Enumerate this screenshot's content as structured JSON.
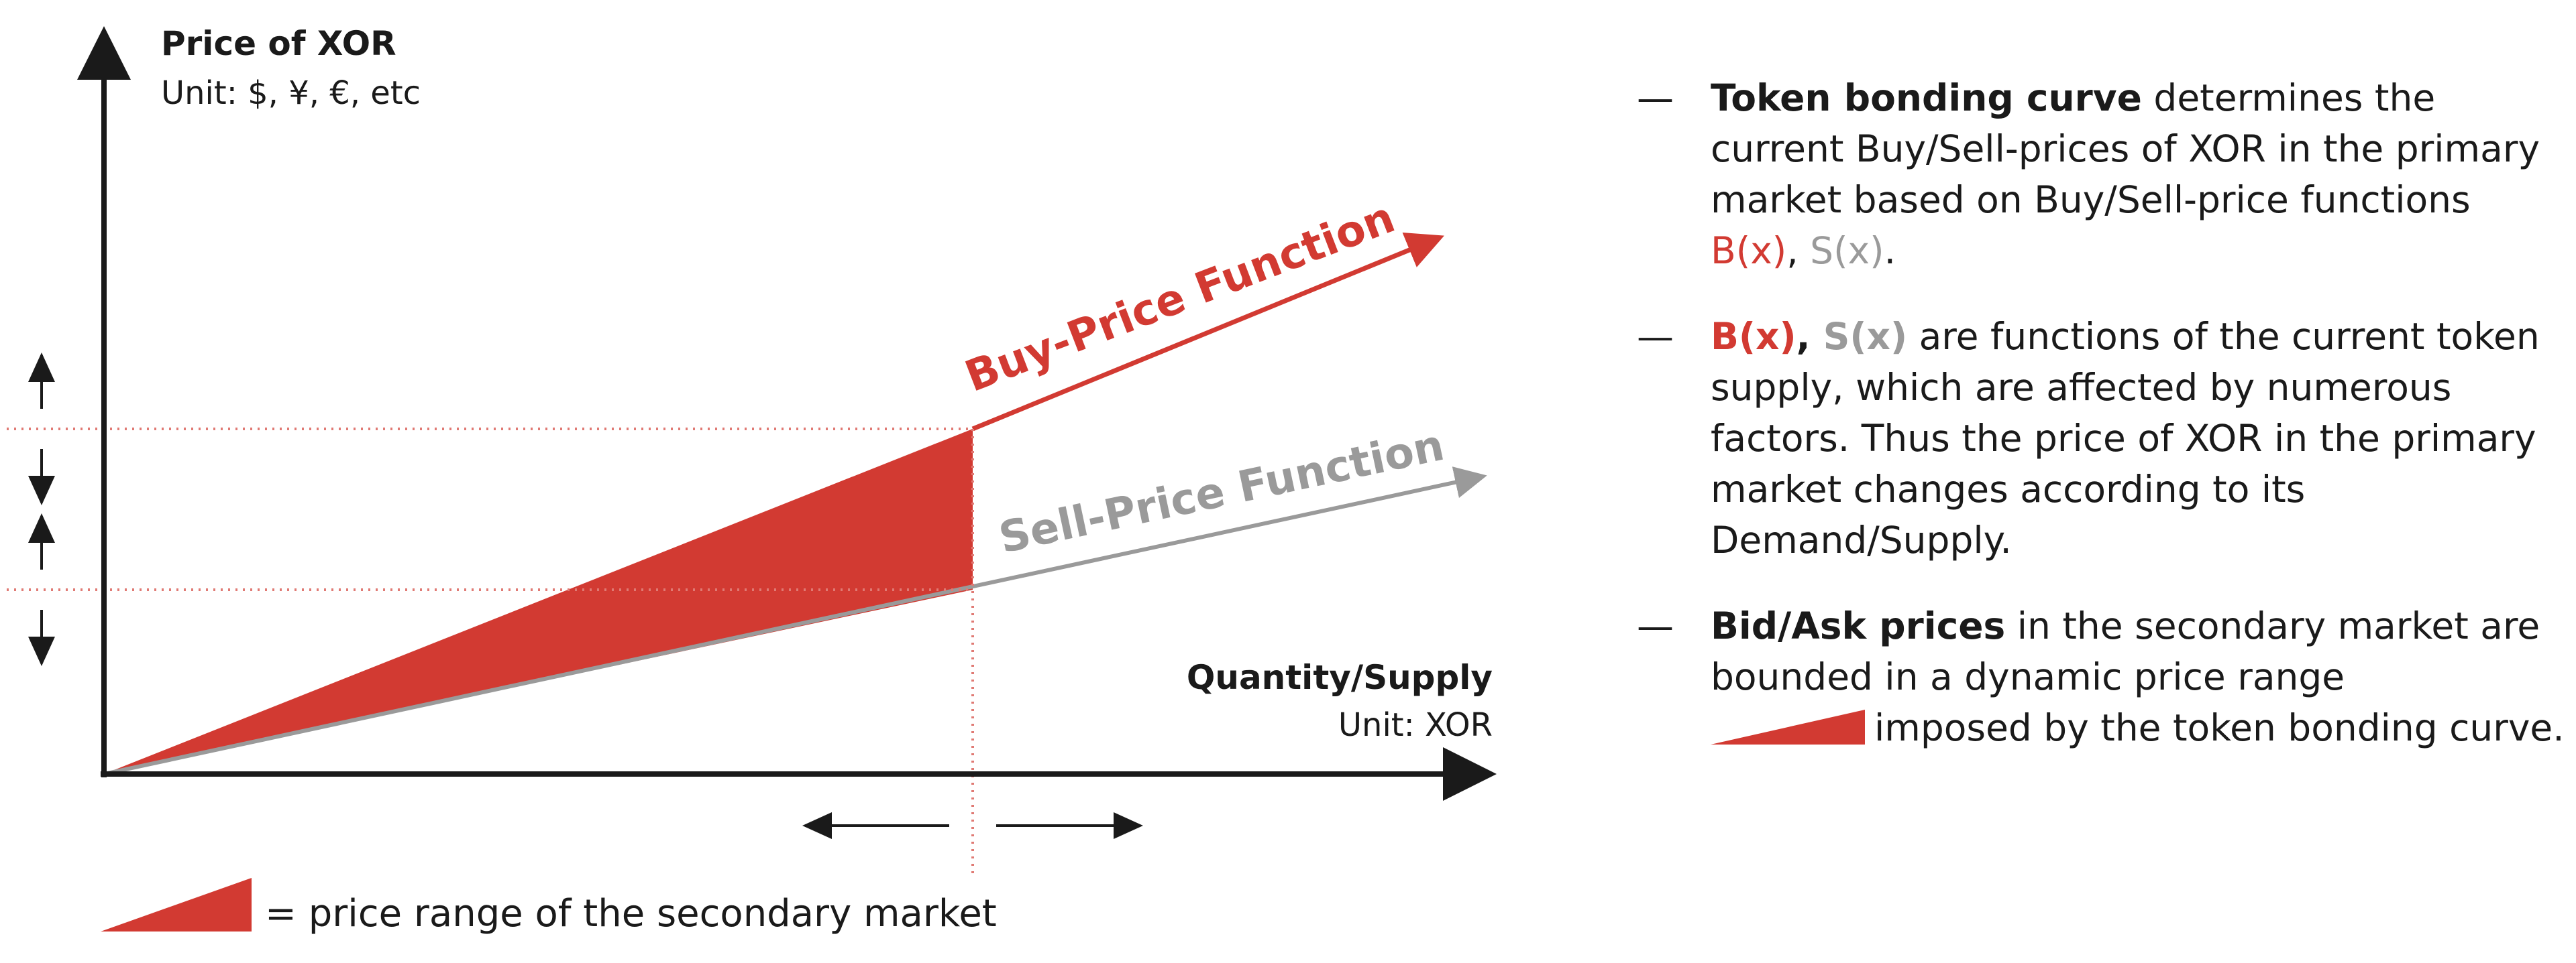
{
  "colors": {
    "buy": "#d23a32",
    "sell": "#9a9a9a",
    "range_fill": "#d23a32",
    "axis": "#1a1a1a"
  },
  "diagram": {
    "y_axis_title": "Price of XOR",
    "y_axis_unit": "Unit: $, ¥, €, etc",
    "x_axis_title": "Quantity/Supply",
    "x_axis_unit": "Unit: XOR",
    "buy_label": "Buy-Price Function",
    "sell_label": "Sell-Price Function",
    "legend_text": "= price range of the secondary market"
  },
  "notes": [
    {
      "dash": "—",
      "bold": "Token bonding curve",
      "text": " determines the current Buy/Sell-prices of XOR in the primary market based on Buy/Sell-price functions ",
      "b": "B(x)",
      "comma": ", ",
      "s": "S(x)",
      "end": "."
    },
    {
      "dash": "—",
      "b": "B(x)",
      "comma": ", ",
      "s": "S(x)",
      "text": " are functions of the current token supply, which are affected by numerous factors. Thus the price of XOR in the primary market changes according to its Demand/Supply."
    },
    {
      "dash": "—",
      "bold": "Bid/Ask prices",
      "text": " in the secondary market are bounded in a dynamic price range",
      "text2": "imposed by the token bonding curve."
    }
  ]
}
